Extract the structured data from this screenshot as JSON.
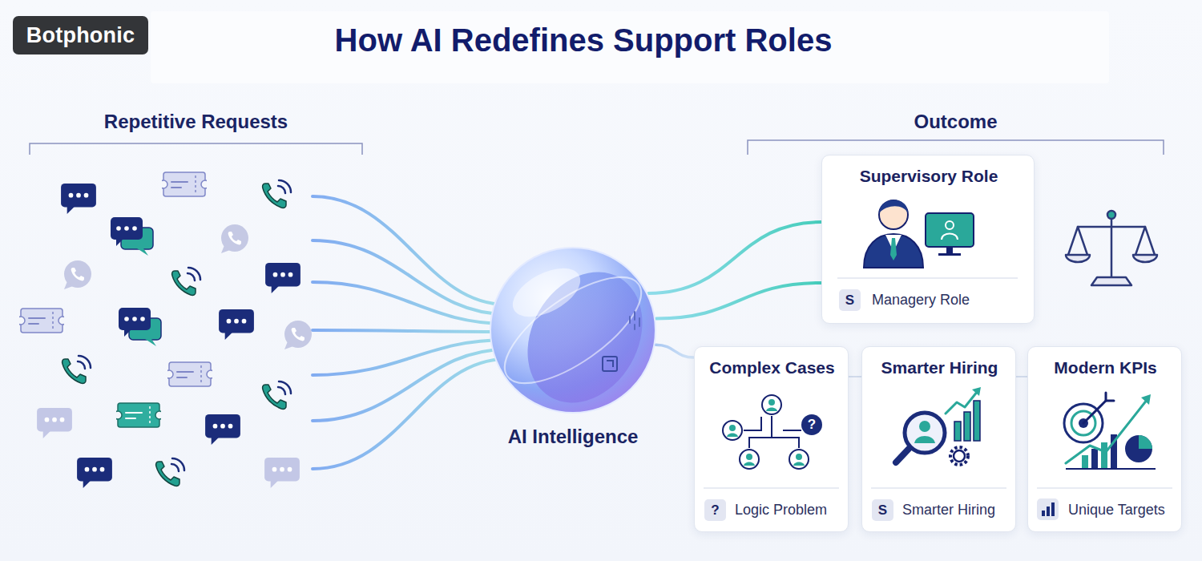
{
  "diagram": {
    "title": "How AI Redefines Support Roles",
    "nodes": [
      {
        "text": [
          "Botphonic"
        ]
      },
      {
        "text": [
          "AI Intelligence"
        ]
      },
      {
        "text": [
          "Supervisory Role",
          "Managery Role"
        ]
      },
      {
        "text": [
          "S"
        ],
        "in": 2
      },
      {
        "text": [
          "Complex Cases",
          "Logic Problem"
        ]
      },
      {
        "text": [
          "?"
        ],
        "in": 4
      },
      {
        "text": [
          "Smarter Hiring",
          "Smarter Hiring"
        ]
      },
      {
        "text": [
          "S"
        ],
        "in": 6
      },
      {
        "text": [
          "Modern KPIs",
          "Unique Targets"
        ]
      }
    ],
    "edges": [
      {
        "from": 1,
        "to": 2,
        "arrow": "none"
      },
      {
        "from": 1,
        "to": 2,
        "arrow": "none"
      },
      {
        "from": 1,
        "to": 4,
        "arrow": "none"
      },
      {
        "from": 4,
        "to": 6,
        "arrow": "none"
      },
      {
        "from": 6,
        "to": 8,
        "arrow": "none"
      }
    ],
    "labels": [
      "Repetitive Requests",
      "Outcome",
      "?"
    ]
  }
}
